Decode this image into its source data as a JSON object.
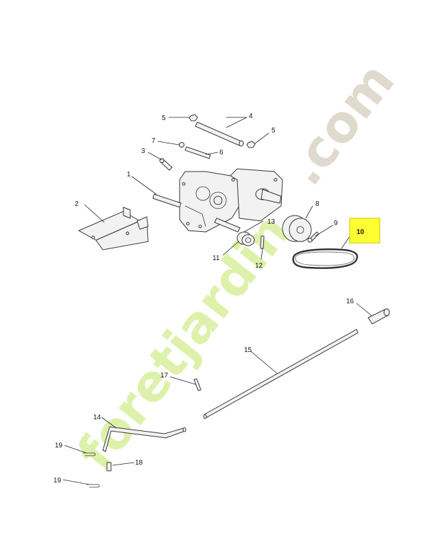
{
  "watermark": {
    "prefix": "foretjardin",
    "suffix": ".com",
    "prefix_color": "#d8ef9c",
    "suffix_color": "#dcd6c8"
  },
  "callouts": [
    {
      "id": "1",
      "label": "1"
    },
    {
      "id": "2",
      "label": "2"
    },
    {
      "id": "3",
      "label": "3"
    },
    {
      "id": "4",
      "label": "4"
    },
    {
      "id": "5a",
      "label": "5"
    },
    {
      "id": "5b",
      "label": "5"
    },
    {
      "id": "6",
      "label": "6"
    },
    {
      "id": "7",
      "label": "7"
    },
    {
      "id": "8",
      "label": "8"
    },
    {
      "id": "9",
      "label": "9"
    },
    {
      "id": "10",
      "label": "10",
      "highlight": true
    },
    {
      "id": "11",
      "label": "11"
    },
    {
      "id": "12",
      "label": "12"
    },
    {
      "id": "13",
      "label": "13"
    },
    {
      "id": "14",
      "label": "14"
    },
    {
      "id": "15",
      "label": "15"
    },
    {
      "id": "16",
      "label": "16"
    },
    {
      "id": "17",
      "label": "17"
    },
    {
      "id": "18",
      "label": "18"
    },
    {
      "id": "19a",
      "label": "19"
    },
    {
      "id": "19b",
      "label": "19"
    }
  ],
  "colors": {
    "highlight_fill": "#ffff33",
    "highlight_stroke": "#c8c800",
    "line": "#333333"
  }
}
